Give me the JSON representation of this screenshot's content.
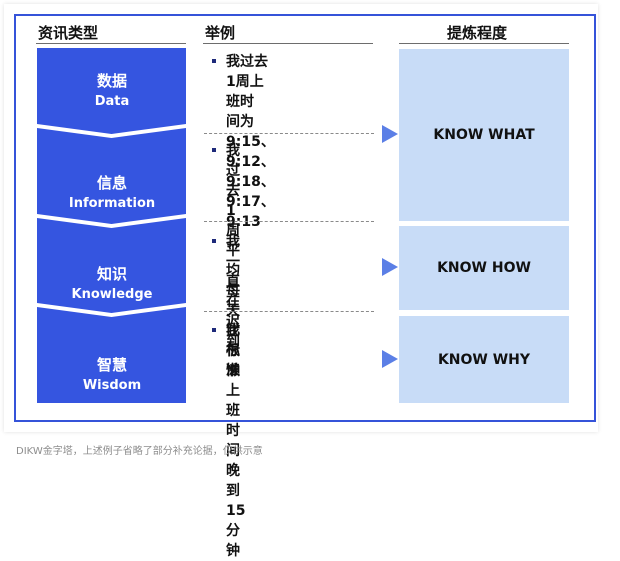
{
  "headers": {
    "type": "资讯类型",
    "example": "举例",
    "refine": "提炼程度"
  },
  "stages": [
    {
      "cn": "数据",
      "en": "Data"
    },
    {
      "cn": "信息",
      "en": "Information"
    },
    {
      "cn": "知识",
      "en": "Knowledge"
    },
    {
      "cn": "智慧",
      "en": "Wisdom"
    }
  ],
  "examples": [
    [
      "我过去1周上班时",
      "间为9:15、9:12、",
      "9:18、9:17、9:13"
    ],
    [
      "我过去1周平均每",
      "天比标准上班时间",
      "晚到15分钟"
    ],
    [
      "我一直在迟到"
    ],
    [
      "我很懒"
    ]
  ],
  "refinements": [
    {
      "label": "KNOW WHAT"
    },
    {
      "label": "KNOW HOW"
    },
    {
      "label": "KNOW WHY"
    }
  ],
  "caption": "DIKW金字塔，上述例子省略了部分补充论据，仅供示意",
  "colors": {
    "frame": "#3553d9",
    "arrow": "#3555e0",
    "box": "#c8dcf7",
    "triangle": "#5b7fe6"
  }
}
